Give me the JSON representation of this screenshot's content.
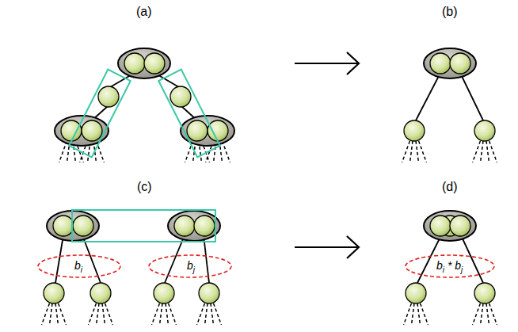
{
  "diagram": {
    "labels": [
      "(a)",
      "(b)",
      "(c)",
      "(d)",
      "bi",
      "bj",
      "bi * bj"
    ]
  }
}
